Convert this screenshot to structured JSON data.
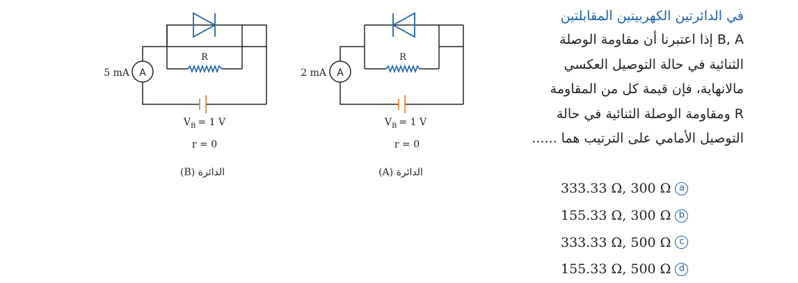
{
  "question": {
    "heading": "في الدائرتين الكهربيتين المقابلتين",
    "lines": [
      "B, A إذا اعتبرنا أن مقاومة الوصلة",
      "الثنائية في حالة التوصيل العكسي",
      "مالانهاية، فإن قيمة كل من المقاومة",
      "R ومقاومة الوصلة الثنائية في حالة",
      "التوصيل الأمامي على الترتيب هما ......"
    ]
  },
  "options": [
    {
      "letter": "a",
      "text": "333.33 Ω, 300 Ω"
    },
    {
      "letter": "b",
      "text": "155.33 Ω, 300 Ω"
    },
    {
      "letter": "c",
      "text": "333.33 Ω, 500 Ω"
    },
    {
      "letter": "d",
      "text": "155.33 Ω, 500 Ω"
    }
  ],
  "circuits": {
    "a": {
      "ammeter_reading": "2 mA",
      "ammeter_symbol": "A",
      "resistor_label": "R",
      "vb_label": "V",
      "vb_sub": "B",
      "vb_value": "= 1 V",
      "r_label": "r = 0",
      "caption": "الدائرة (A)"
    },
    "b": {
      "ammeter_reading": "5 mA",
      "ammeter_symbol": "A",
      "resistor_label": "R",
      "vb_label": "V",
      "vb_sub": "B",
      "vb_value": "= 1 V",
      "r_label": "r = 0",
      "caption": "الدائرة (B)"
    }
  },
  "colors": {
    "accent": "#1f63ad",
    "battery": "#e8872b",
    "text": "#222222"
  }
}
